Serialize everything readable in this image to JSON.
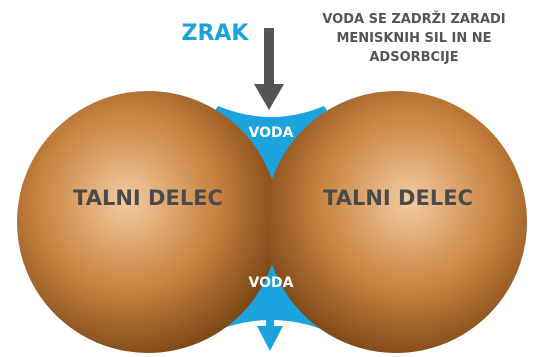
{
  "labels": {
    "air": "ZRAK",
    "note": "VODA SE ZADRŽI ZARADI MENISKNIH SIL IN NE ADSORBCIJE",
    "water_top": "VODA",
    "water_bottom": "VODA",
    "particle_left": "TALNI DELEC",
    "particle_right": "TALNI DELEC"
  },
  "colors": {
    "water_blue": "#1aa3dc",
    "air_label": "#1aa3dc",
    "note_text": "#555555",
    "arrow_dark": "#545454",
    "particle_light": "#f3cba0",
    "particle_mid": "#c8823f",
    "particle_dark": "#7a4516",
    "particle_text": "#4a4a4a"
  }
}
